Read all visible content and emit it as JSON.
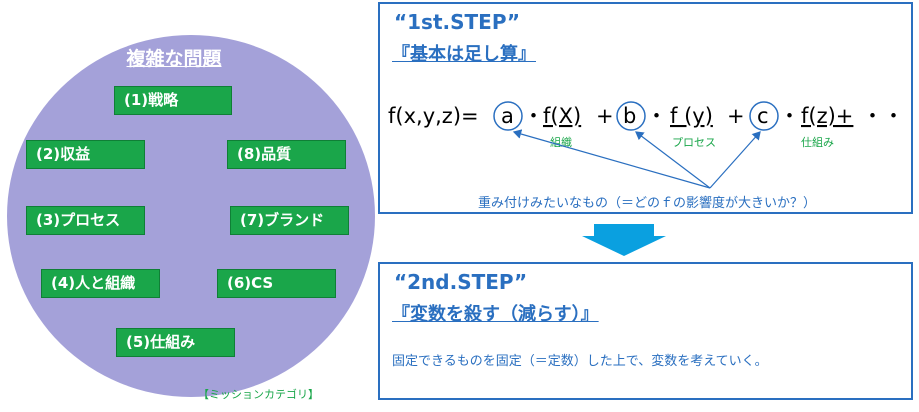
{
  "left_panel": {
    "title": "複雑な問題",
    "categories": [
      {
        "label": "(1)戦略"
      },
      {
        "label": "(2)収益"
      },
      {
        "label": "(8)品質"
      },
      {
        "label": "(3)プロセス"
      },
      {
        "label": "(7)ブランド"
      },
      {
        "label": "(4)人と組織"
      },
      {
        "label": "(6)CS"
      },
      {
        "label": "(5)仕組み"
      }
    ],
    "caption": "【ミッションカテゴリ】"
  },
  "step1": {
    "heading": "“1st.STEP”",
    "subheading": "『基本は足し算』",
    "formula": {
      "lhs": "f(x,y,z)=",
      "coef_a": "a",
      "term1": "f(X)",
      "plus1": "+",
      "coef_b": "b",
      "term2": "f (y)",
      "plus2": "+",
      "coef_c": "c",
      "term3": "f(z)+",
      "ellipsis": "・・・",
      "dot": "・",
      "sub1": "組織",
      "sub2": "プロセス",
      "sub3": "仕組み"
    },
    "note": "重み付けみたいなもの（＝どのｆの影響度が大きいか？）"
  },
  "step2": {
    "heading": "“2nd.STEP”",
    "subheading": "『変数を殺す（減らす）』",
    "note": "固定できるものを固定（＝定数）した上で、変数を考えていく。"
  },
  "colors": {
    "circle": "#a4a1d9",
    "category_green": "#1aa64a",
    "accent_blue": "#2a6fc0",
    "arrow_blue": "#0aa0e0"
  }
}
